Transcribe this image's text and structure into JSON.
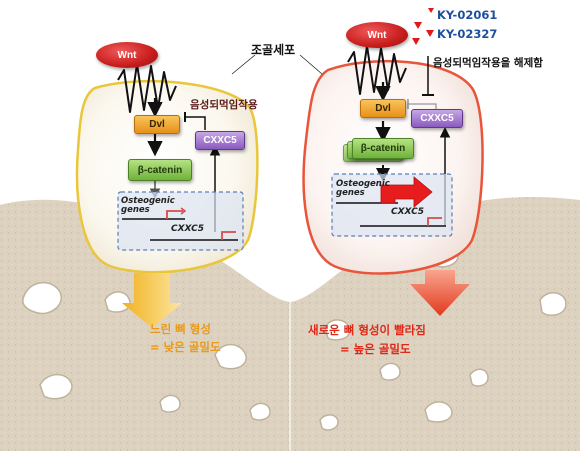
{
  "cell_label": "조골세포",
  "left_panel": {
    "wnt": "Wnt",
    "dvl": "Dvl",
    "beta_catenin": "β-catenin",
    "cxxc5_protein": "CXXC5",
    "feedback_label": "음성되먹임작용",
    "nucleus_label": "Osteogenic genes",
    "cxxc5_gene": "CXXC5",
    "outcome_line1": "느린 뼈 형성",
    "outcome_line2": "= 낮은 골밀도"
  },
  "right_panel": {
    "wnt": "Wnt",
    "dvl": "Dvl",
    "beta_catenin": "β-catenin",
    "cxxc5_protein": "CXXC5",
    "drug1": "KY-02061",
    "drug2": "KY-02327",
    "release_label": "음성되먹임작용을 해제함",
    "nucleus_label": "Osteogenic genes",
    "cxxc5_gene": "CXXC5",
    "outcome_line1": "새로운 뼈 형성이 빨라짐",
    "outcome_line2": "= 높은 골밀도"
  },
  "colors": {
    "left_cell_border": "#e9c63a",
    "right_cell_border": "#e8553a",
    "left_outcome_text": "#e89a1c",
    "right_outcome_text": "#e02818",
    "drug_text": "#1d4f9c",
    "feedback_text": "#5a1a1a",
    "bone": "#ddd2c0"
  },
  "icons": [
    "wnt-ligand-icon",
    "receptor-coil-icon",
    "inhibit-bar-icon",
    "big-red-arrow-icon",
    "yellow-down-arrow-icon",
    "red-down-arrow-icon",
    "bone-pore-icon",
    "drug-triangle-icon"
  ]
}
